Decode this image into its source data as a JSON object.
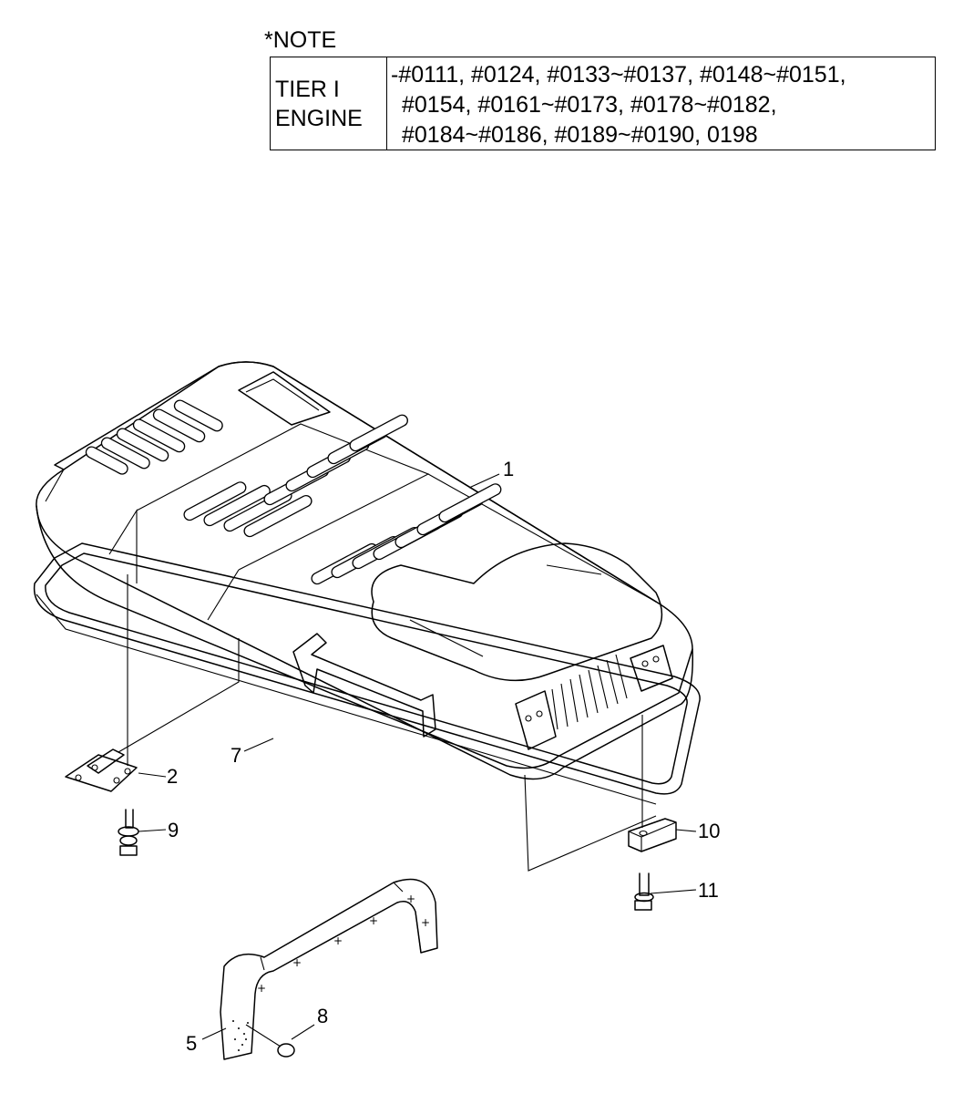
{
  "note": {
    "title": "*NOTE",
    "label_lines": [
      "TIER I",
      "ENGINE"
    ],
    "serial_lines": [
      "-#0111, #0124, #0133~#0137, #0148~#0151,",
      "#0154, #0161~#0173, #0178~#0182,",
      "#0184~#0186, #0189~#0190, 0198"
    ]
  },
  "callouts": {
    "c1": "1",
    "c2": "2",
    "c5": "5",
    "c7": "7",
    "c8": "8",
    "c9": "9",
    "c10": "10",
    "c11": "11"
  }
}
